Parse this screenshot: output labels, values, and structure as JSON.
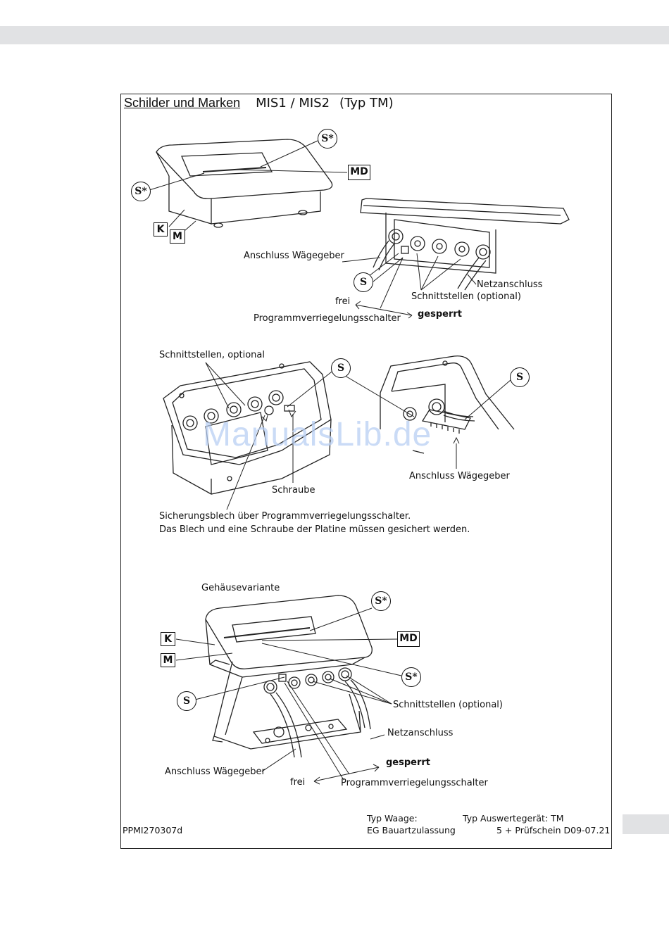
{
  "document": {
    "title_main": "Schilder und Marken",
    "title_sub": "MIS1 / MIS2",
    "title_type": "(Typ TM)",
    "markers": {
      "s_star": "S*",
      "s": "S",
      "md": "MD",
      "k": "K",
      "m": "M"
    },
    "section1": {
      "anschluss_waegegeber": "Anschluss Wägegeber",
      "netzanschluss": "Netzanschluss",
      "schnittstellen_optional": "Schnittstellen (optional)",
      "frei": "frei",
      "gesperrt": "gesperrt",
      "programmverriegelungsschalter": "Programmverriegelungsschalter"
    },
    "section2": {
      "schnittstellen_optional": "Schnittstellen, optional",
      "schraube": "Schraube",
      "anschluss_waegegeber": "Anschluss Wägegeber",
      "note_line1": "Sicherungsblech über Programmverriegelungsschalter.",
      "note_line2": "Das Blech und eine Schraube der Platine müssen gesichert werden."
    },
    "section3": {
      "gehaeusevariante": "Gehäusevariante",
      "schnittstellen_optional": "Schnittstellen (optional)",
      "netzanschluss": "Netzanschluss",
      "anschluss_waegegeber": "Anschluss Wägegeber",
      "gesperrt": "gesperrt",
      "frei": "frei",
      "programmverriegelungsschalter": "Programmverriegelungsschalter"
    },
    "footer": {
      "code": "PPMI270307d",
      "typ_waage": "Typ Waage:",
      "eg_bauartzulassung": "EG Bauartzulassung",
      "typ_auswertegeraet": "Typ Auswertegerät: TM",
      "pruefschein": "5  +  Prüfschein D09-07.21"
    },
    "watermark": "ManualsLib.de"
  }
}
